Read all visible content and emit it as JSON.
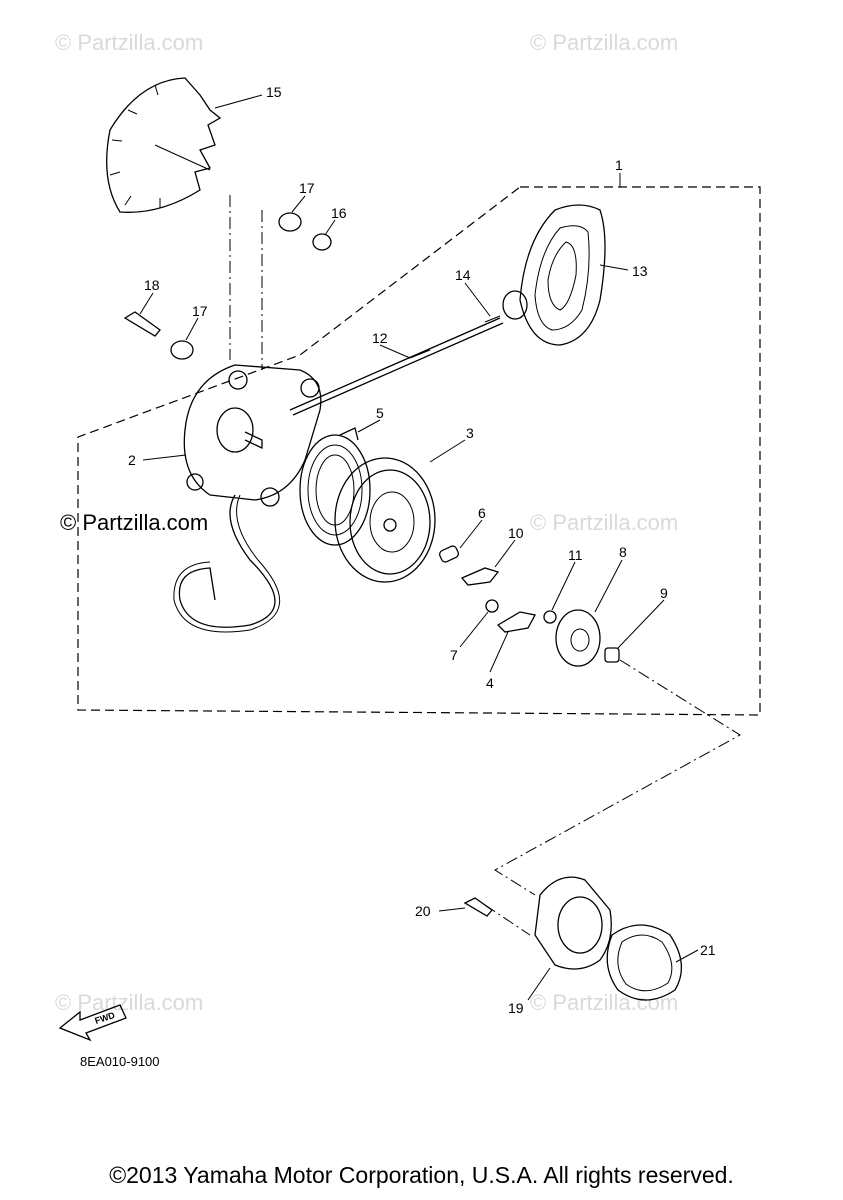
{
  "diagram": {
    "drawing_code": "8EA010-9100",
    "copyright": "©2013 Yamaha Motor Corporation, U.S.A. All rights reserved.",
    "watermark": "© Partzilla.com",
    "fwd_label": "FWD",
    "callouts": {
      "c1": "1",
      "c2": "2",
      "c3": "3",
      "c4": "4",
      "c5": "5",
      "c6": "6",
      "c7": "7",
      "c8": "8",
      "c9": "9",
      "c10": "10",
      "c11": "11",
      "c12": "12",
      "c13": "13",
      "c14": "14",
      "c15": "15",
      "c16": "16",
      "c17a": "17",
      "c17b": "17",
      "c18": "18",
      "c19": "19",
      "c20": "20",
      "c21": "21"
    }
  }
}
